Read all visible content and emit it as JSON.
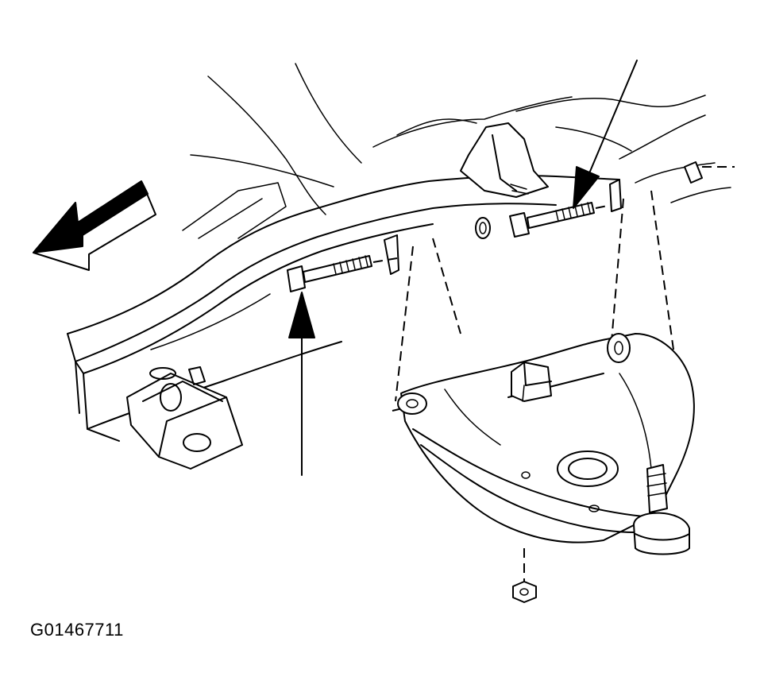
{
  "figure": {
    "id_label": "G01467711"
  },
  "colors": {
    "ink": "#000000",
    "paper": "#ffffff"
  },
  "icons": [
    "front-direction-arrow",
    "callout-arrow-front-bolt",
    "callout-arrow-rear-bolt"
  ]
}
